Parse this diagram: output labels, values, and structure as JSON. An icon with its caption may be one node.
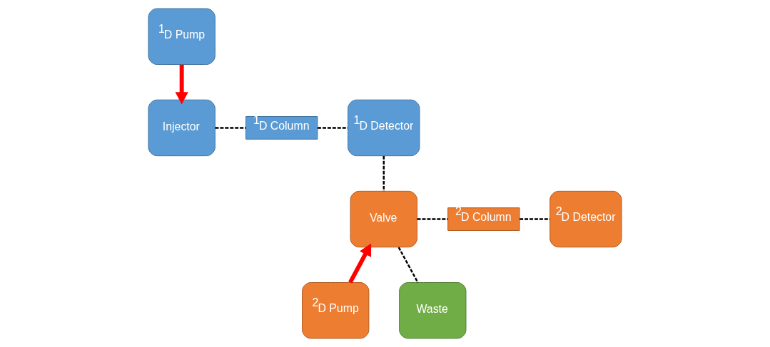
{
  "diagram": {
    "nodes": [
      {
        "text": [
          "$^{1}$D Pump"
        ]
      },
      {
        "text": [
          "Injector"
        ]
      },
      {
        "text": [
          "$^{1}$D Column"
        ]
      },
      {
        "text": [
          "$^{1}$D Detector"
        ]
      },
      {
        "text": [
          "$^{2}$D Pump"
        ]
      },
      {
        "text": [
          "Waste"
        ]
      },
      {
        "text": [
          "Valve"
        ]
      },
      {
        "text": [
          "$^{2}$D Column"
        ]
      },
      {
        "text": [
          "$^{2}$D Detector"
        ]
      }
    ],
    "edges": [
      {
        "from": 0,
        "to": 1,
        "arrow": "to",
        "style": "thick",
        "color": "#ff0000"
      },
      {
        "from": 1,
        "to": 2,
        "arrow": "none",
        "style": "dashed"
      },
      {
        "from": 2,
        "to": 3,
        "arrow": "none",
        "style": "dashed"
      },
      {
        "from": 3,
        "to": 6,
        "arrow": "none",
        "style": "dashed"
      },
      {
        "from": 4,
        "to": 6,
        "arrow": "to",
        "style": "thick",
        "color": "#ff0000"
      },
      {
        "from": 6,
        "to": 5,
        "arrow": "none",
        "style": "dashed"
      },
      {
        "from": 6,
        "to": 7,
        "arrow": "none",
        "style": "dashed"
      },
      {
        "from": 7,
        "to": 8,
        "arrow": "none",
        "style": "dashed"
      }
    ]
  }
}
